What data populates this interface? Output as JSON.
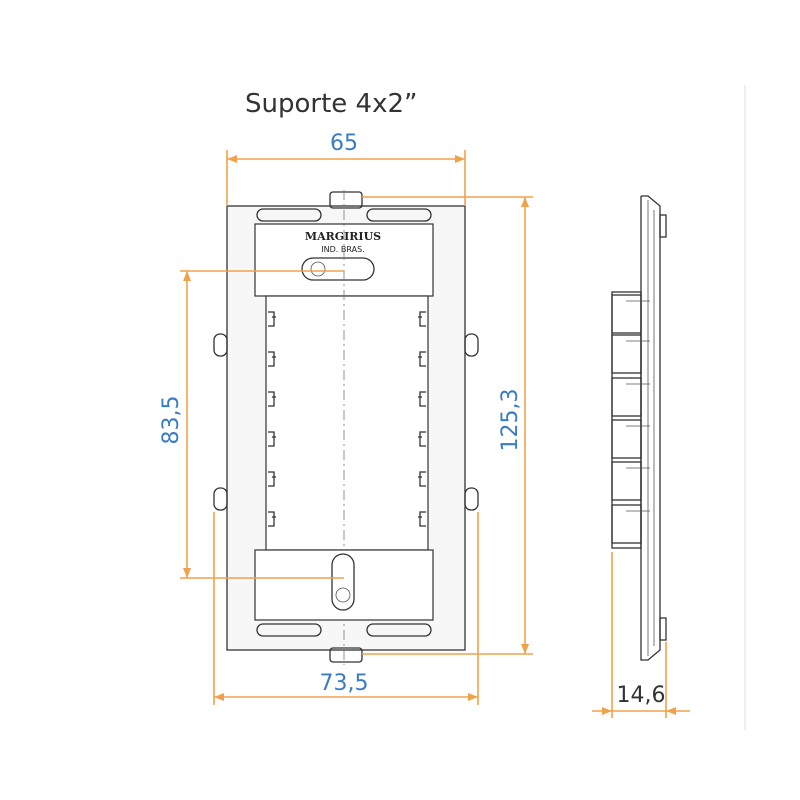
{
  "title": "Suporte 4x2”",
  "brand": {
    "name": "MARGIRIUS",
    "sub": "IND. BRAS."
  },
  "dimensions": {
    "top_width": "65",
    "bottom_width": "73,5",
    "left_height": "83,5",
    "right_height": "125,3",
    "depth": "14,6"
  },
  "colors": {
    "dimension_lines": "#f0a24a",
    "dimension_text": "#3a7cc2",
    "drawing": "#333333"
  }
}
